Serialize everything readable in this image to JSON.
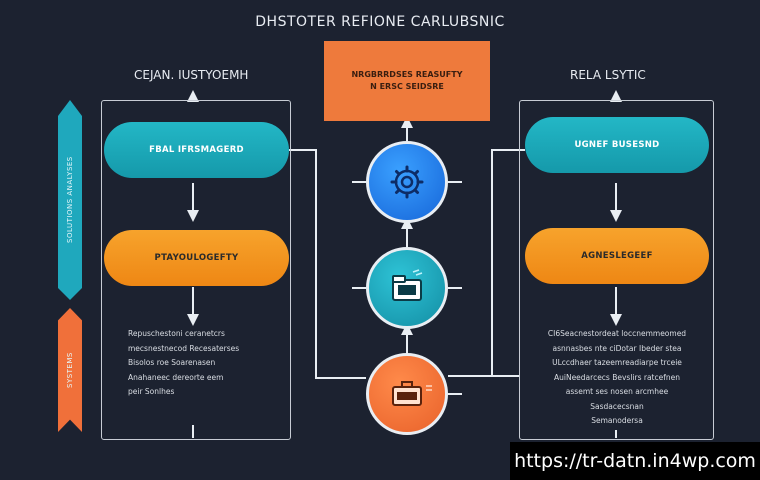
{
  "title": "DHSTOTER REFIONE CARLUBSNIC",
  "left_column": {
    "title": "CEJAN. IUSTYOEMH",
    "pill_top": "FBAL IFRSMAGERD",
    "pill_bottom": "PTAYOULOGEFTY",
    "tag_teal_text": "SOLUTIONS ANALYSES",
    "tag_orange_text": "SYSTEMS",
    "text_lines": [
      "Repuschestoni ceranetcrs",
      "mecsnestnecod Recesaterses",
      "Bisolos roe Soarenasen",
      "Anahaneec dereorte eem",
      "peir Sonlhes"
    ]
  },
  "center": {
    "box_line1": "NRGBRRDSES REASUFTY",
    "box_line2": "N ERSC SEIDSRE",
    "circles": [
      "gear",
      "folder",
      "briefcase"
    ]
  },
  "right_column": {
    "title": "RELA LSYTIC",
    "pill_top": "UGNEF BUSESND",
    "pill_bottom": "AGNESLEGEEF",
    "text_lines": [
      "CI6Seacnestordeat loccnemmeomed",
      "asnnasbes nte ciDotar Ibeder stea",
      "ULccdhaer tazeemreadiarpe trceie",
      "AuiNeedarcecs Bevslirs ratcefnen",
      "assemt ses nosen arcmhee",
      "Sasdacecsnan",
      "Semanodersa"
    ]
  },
  "url": "https://tr-datn.in4wp.com"
}
